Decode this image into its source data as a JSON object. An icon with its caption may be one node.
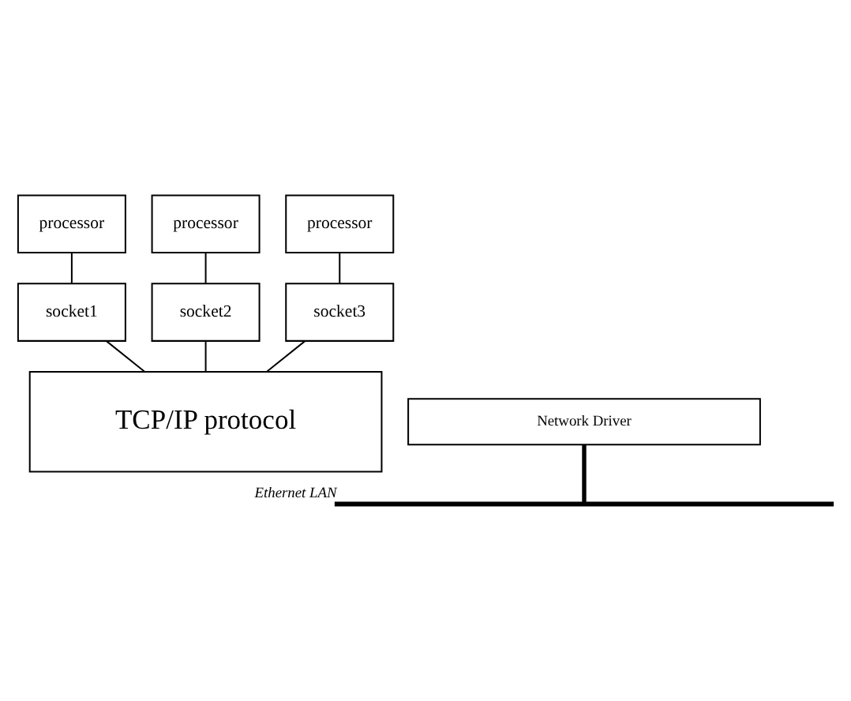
{
  "diagram": {
    "nodes": [
      {
        "text": [
          "processor"
        ]
      },
      {
        "text": [
          "processor"
        ]
      },
      {
        "text": [
          "processor"
        ]
      },
      {
        "text": [
          "socket1"
        ]
      },
      {
        "text": [
          "socket2"
        ]
      },
      {
        "text": [
          "socket3"
        ]
      },
      {
        "text": [
          "TCP/IP protocol"
        ]
      },
      {
        "text": [
          "Network Driver"
        ]
      },
      {
        "text": [],
        "shape": "bar",
        "beside": [
          "Ethernet LAN"
        ]
      }
    ],
    "edges": [
      {
        "from": 0,
        "to": 3,
        "arrow": "none"
      },
      {
        "from": 1,
        "to": 4,
        "arrow": "none"
      },
      {
        "from": 2,
        "to": 5,
        "arrow": "none"
      },
      {
        "from": 3,
        "to": 6,
        "arrow": "none"
      },
      {
        "from": 4,
        "to": 6,
        "arrow": "none"
      },
      {
        "from": 5,
        "to": 6,
        "arrow": "none"
      },
      {
        "from": 7,
        "to": 8,
        "arrow": "none",
        "style": "thick"
      }
    ]
  }
}
